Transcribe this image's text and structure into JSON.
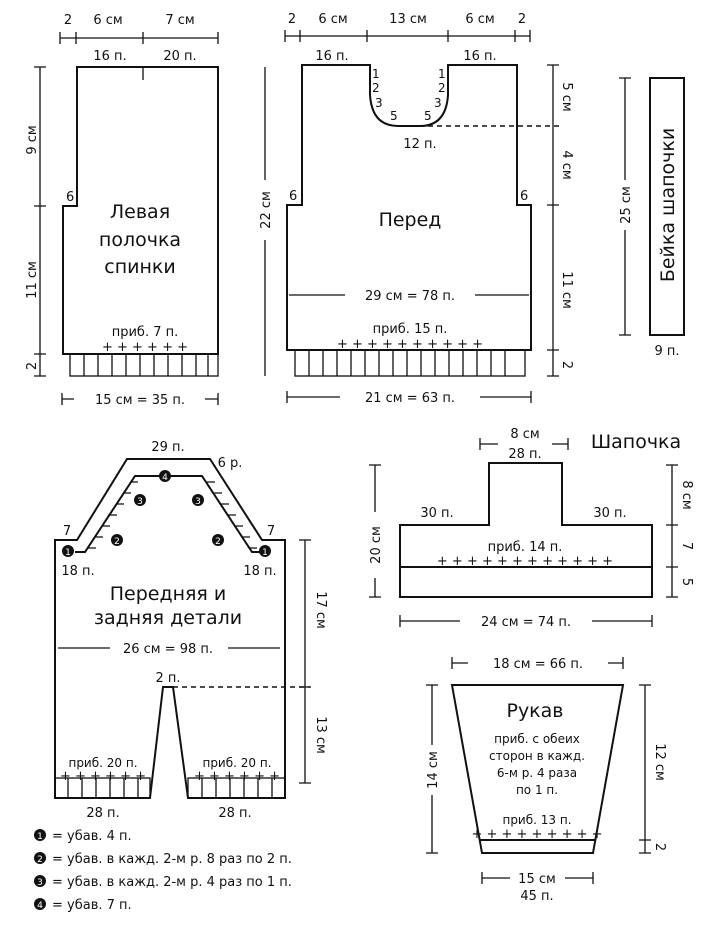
{
  "left_back": {
    "title": [
      "Левая",
      "полочка",
      "спинки"
    ],
    "top_dims": [
      "2",
      "6 см",
      "7 см"
    ],
    "top_stitches": [
      "16 п.",
      "20 п."
    ],
    "side_dims": [
      "9 см",
      "11 см",
      "2"
    ],
    "step_label": "6",
    "increase": "приб. 7 п.",
    "bottom_dim": "15 см = 35 п."
  },
  "front": {
    "title": "Перед",
    "top_dims": [
      "2",
      "6 см",
      "13 см",
      "6 см",
      "2"
    ],
    "top_stitches": [
      "16 п.",
      "16 п."
    ],
    "neck_steps": [
      "1",
      "2",
      "3",
      "5"
    ],
    "neck_bottom": "12 п.",
    "step_label": "6",
    "height_dim": "22 см",
    "side_dims": [
      "5 см",
      "4 см",
      "11 см",
      "2"
    ],
    "width_dim": "29 см = 78 п.",
    "increase": "приб. 15 п.",
    "bottom_dim": "21 см = 63 п."
  },
  "band": {
    "title": "Бейка шапочки",
    "height_dim": "25 см",
    "stitches": "9 п."
  },
  "overall": {
    "title": [
      "Передняя и",
      "задняя детали"
    ],
    "top_stitches": "29 п.",
    "rows": "6 р.",
    "shoulder": "7",
    "side_stitches": "18 п.",
    "markers": [
      "1",
      "2",
      "3",
      "4"
    ],
    "width_dim": "26 см = 98 п.",
    "crotch": "2 п.",
    "side_dims": [
      "17 см",
      "13 см"
    ],
    "increase": "приб. 20 п.",
    "leg_stitches": "28 п."
  },
  "legend": [
    {
      "marker": "1",
      "text": "= убав. 4 п."
    },
    {
      "marker": "2",
      "text": "= убав. в кажд. 2-м р. 8 раз по 2 п."
    },
    {
      "marker": "3",
      "text": "= убав. в кажд. 2-м р. 4 раз по 1 п."
    },
    {
      "marker": "4",
      "text": "= убав. 7 п."
    }
  ],
  "hat": {
    "title": "Шапочка",
    "top_dim": "8 см",
    "top_stitches": "28 п.",
    "side_stitches": "30 п.",
    "increase": "приб. 14 п.",
    "height_dim": "20 см",
    "side_dims": [
      "8 см",
      "7",
      "5"
    ],
    "bottom_dim": "24 см = 74 п."
  },
  "sleeve": {
    "title": "Рукав",
    "instructions": [
      "приб. с обеих",
      "сторон в кажд.",
      "6-м р. 4 раза",
      "по 1 п."
    ],
    "increase": "приб. 13 п.",
    "top_dim": "18 см = 66 п.",
    "height_dim": "14 см",
    "side_dims": [
      "12 см",
      "2"
    ],
    "bottom_dim": "15 см",
    "bottom_stitches": "45 п."
  }
}
